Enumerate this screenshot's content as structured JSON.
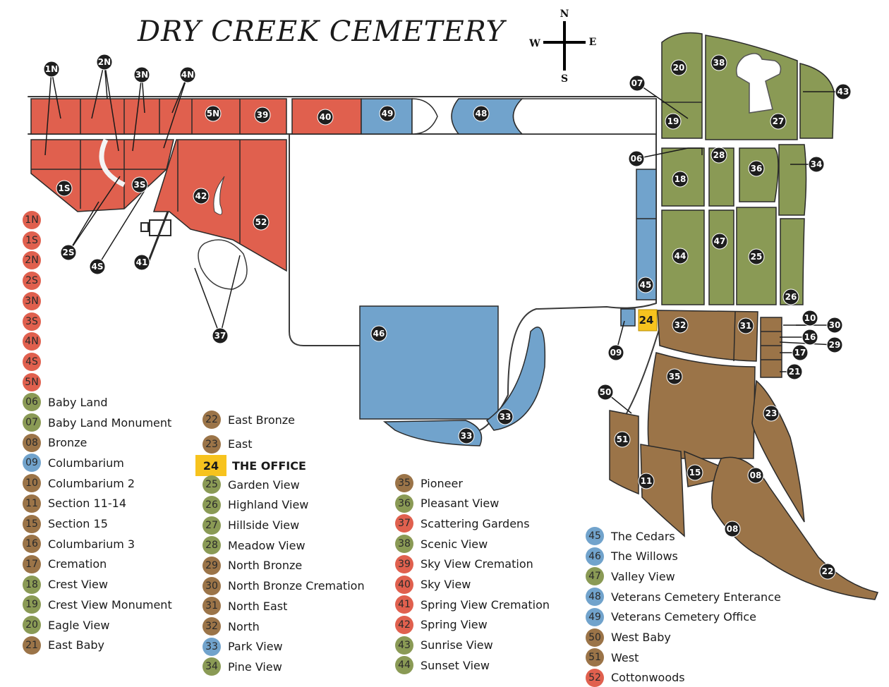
{
  "title": "DRY CREEK CEMETERY",
  "compass": {
    "n": "N",
    "s": "S",
    "e": "E",
    "w": "W"
  },
  "colors": {
    "red": "#e0604e",
    "blue": "#71a3cc",
    "green": "#8a9a55",
    "brown": "#9b7448",
    "office": "#f7c31e",
    "marker": "#1e1e1e"
  },
  "map_markers": [
    "1N",
    "2N",
    "3N",
    "4N",
    "5N",
    "39",
    "40",
    "49",
    "48",
    "1S",
    "2S",
    "3S",
    "4S",
    "41",
    "42",
    "52",
    "37",
    "20",
    "38",
    "43",
    "07",
    "19",
    "27",
    "06",
    "28",
    "36",
    "34",
    "18",
    "47",
    "25",
    "44",
    "45",
    "26",
    "24",
    "32",
    "31",
    "10",
    "30",
    "16",
    "29",
    "17",
    "21",
    "09",
    "35",
    "46",
    "33",
    "33",
    "23",
    "50",
    "51",
    "11",
    "15",
    "08",
    "08",
    "22"
  ],
  "legend": [
    {
      "code": "1N",
      "label": "",
      "color": "red"
    },
    {
      "code": "1S",
      "label": "",
      "color": "red"
    },
    {
      "code": "2N",
      "label": "",
      "color": "red"
    },
    {
      "code": "2S",
      "label": "",
      "color": "red"
    },
    {
      "code": "3N",
      "label": "",
      "color": "red"
    },
    {
      "code": "3S",
      "label": "",
      "color": "red"
    },
    {
      "code": "4N",
      "label": "",
      "color": "red"
    },
    {
      "code": "4S",
      "label": "",
      "color": "red"
    },
    {
      "code": "5N",
      "label": "",
      "color": "red"
    },
    {
      "code": "06",
      "label": "Baby Land",
      "color": "green"
    },
    {
      "code": "07",
      "label": "Baby Land Monument",
      "color": "green"
    },
    {
      "code": "08",
      "label": "Bronze",
      "color": "brown"
    },
    {
      "code": "09",
      "label": "Columbarium",
      "color": "blue"
    },
    {
      "code": "10",
      "label": "Columbarium 2",
      "color": "brown"
    },
    {
      "code": "11",
      "label": "Section 11-14",
      "color": "brown"
    },
    {
      "code": "15",
      "label": "Section 15",
      "color": "brown"
    },
    {
      "code": "16",
      "label": "Columbarium 3",
      "color": "brown"
    },
    {
      "code": "17",
      "label": "Cremation",
      "color": "brown"
    },
    {
      "code": "18",
      "label": "Crest View",
      "color": "green"
    },
    {
      "code": "19",
      "label": "Crest View Monument",
      "color": "green"
    },
    {
      "code": "20",
      "label": "Eagle View",
      "color": "green"
    },
    {
      "code": "21",
      "label": "East Baby",
      "color": "brown"
    },
    {
      "code": "22",
      "label": "East Bronze",
      "color": "brown"
    },
    {
      "code": "23",
      "label": "East",
      "color": "brown"
    },
    {
      "code": "24",
      "label": "THE OFFICE",
      "color": "office"
    },
    {
      "code": "25",
      "label": "Garden View",
      "color": "green"
    },
    {
      "code": "26",
      "label": "Highland View",
      "color": "green"
    },
    {
      "code": "27",
      "label": "Hillside View",
      "color": "green"
    },
    {
      "code": "28",
      "label": "Meadow View",
      "color": "green"
    },
    {
      "code": "29",
      "label": "North Bronze",
      "color": "brown"
    },
    {
      "code": "30",
      "label": "North Bronze Cremation",
      "color": "brown"
    },
    {
      "code": "31",
      "label": "North East",
      "color": "brown"
    },
    {
      "code": "32",
      "label": "North",
      "color": "brown"
    },
    {
      "code": "33",
      "label": "Park View",
      "color": "blue"
    },
    {
      "code": "34",
      "label": "Pine View",
      "color": "green"
    },
    {
      "code": "35",
      "label": "Pioneer",
      "color": "brown"
    },
    {
      "code": "36",
      "label": "Pleasant View",
      "color": "green"
    },
    {
      "code": "37",
      "label": "Scattering Gardens",
      "color": "red"
    },
    {
      "code": "38",
      "label": "Scenic View",
      "color": "green"
    },
    {
      "code": "39",
      "label": "Sky View Cremation",
      "color": "red"
    },
    {
      "code": "40",
      "label": "Sky View",
      "color": "red"
    },
    {
      "code": "41",
      "label": "Spring View Cremation",
      "color": "red"
    },
    {
      "code": "42",
      "label": "Spring View",
      "color": "red"
    },
    {
      "code": "43",
      "label": "Sunrise View",
      "color": "green"
    },
    {
      "code": "44",
      "label": "Sunset View",
      "color": "green"
    },
    {
      "code": "45",
      "label": "The Cedars",
      "color": "blue"
    },
    {
      "code": "46",
      "label": "The Willows",
      "color": "blue"
    },
    {
      "code": "47",
      "label": "Valley View",
      "color": "green"
    },
    {
      "code": "48",
      "label": "Veterans Cemetery Enterance",
      "color": "blue"
    },
    {
      "code": "49",
      "label": "Veterans Cemetery Office",
      "color": "blue"
    },
    {
      "code": "50",
      "label": "West Baby",
      "color": "brown"
    },
    {
      "code": "51",
      "label": "West",
      "color": "brown"
    },
    {
      "code": "52",
      "label": "Cottonwoods",
      "color": "red"
    }
  ]
}
